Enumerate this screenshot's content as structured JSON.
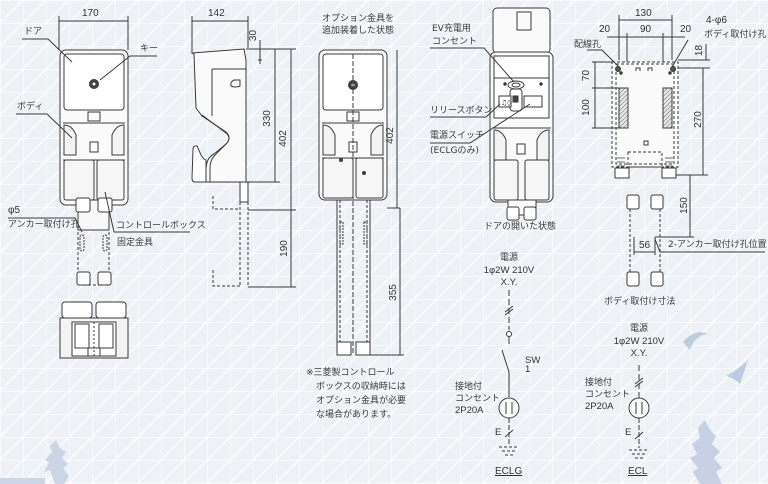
{
  "colors": {
    "background": "#eef1f6",
    "grid": "#ffffff",
    "line": "#3a3a3a",
    "hatch": "#555555",
    "decor": "#b9c6dd"
  },
  "front_view": {
    "width_dim": "170",
    "label_door": "ドア",
    "label_key": "キー",
    "label_body": "ボディ",
    "label_hole_dia": "φ5",
    "label_anchor_hole": "アンカー取付け孔",
    "label_control_box": "コントロールボックス",
    "label_fixing": "固定金具"
  },
  "side_view": {
    "depth_dim": "142",
    "dim_30": "30",
    "dim_330": "330",
    "dim_402": "402",
    "dim_190": "190"
  },
  "option_view": {
    "title_line1": "オプション金具を",
    "title_line2": "追加装着した状態",
    "dim_402": "402",
    "dim_355": "355",
    "note_lines": [
      "※三菱製コントロール",
      "ボックスの収納時には",
      "オプション金具が必要",
      "な場合があります。"
    ]
  },
  "open_view": {
    "label_ev_outlet_1": "EV充電用",
    "label_ev_outlet_2": "コンセント",
    "label_release": "リリースボタン",
    "label_power_switch": "電源スイッチ",
    "label_eclg_only": "(ECLGのみ)",
    "caption": "ドアの開いた状態"
  },
  "mount_view": {
    "dim_130": "130",
    "dim_20_left": "20",
    "dim_90": "90",
    "dim_20_right": "20",
    "label_holes": "4-φ6",
    "label_body_mount": "ボディ取付け孔",
    "label_wiring_hole": "配線孔",
    "dim_70": "70",
    "dim_100": "100",
    "dim_18": "18",
    "dim_270": "270",
    "dim_150": "150",
    "dim_56": "56",
    "label_anchor_pos": "2-アンカー取付け孔位置",
    "caption": "ボディ取付け寸法"
  },
  "circuit_eclg": {
    "power": "電源",
    "spec": "1φ2W 210V",
    "xy": "X.Y.",
    "sw": "SW",
    "sw_num": "1",
    "outlet_1": "接地付",
    "outlet_2": "コンセント",
    "outlet_3": "2P20A",
    "earth": "E",
    "model": "ECLG"
  },
  "circuit_ecl": {
    "power": "電源",
    "spec": "1φ2W 210V",
    "xy": "X.Y.",
    "outlet_1": "接地付",
    "outlet_2": "コンセント",
    "outlet_3": "2P20A",
    "earth": "E",
    "model": "ECL"
  }
}
